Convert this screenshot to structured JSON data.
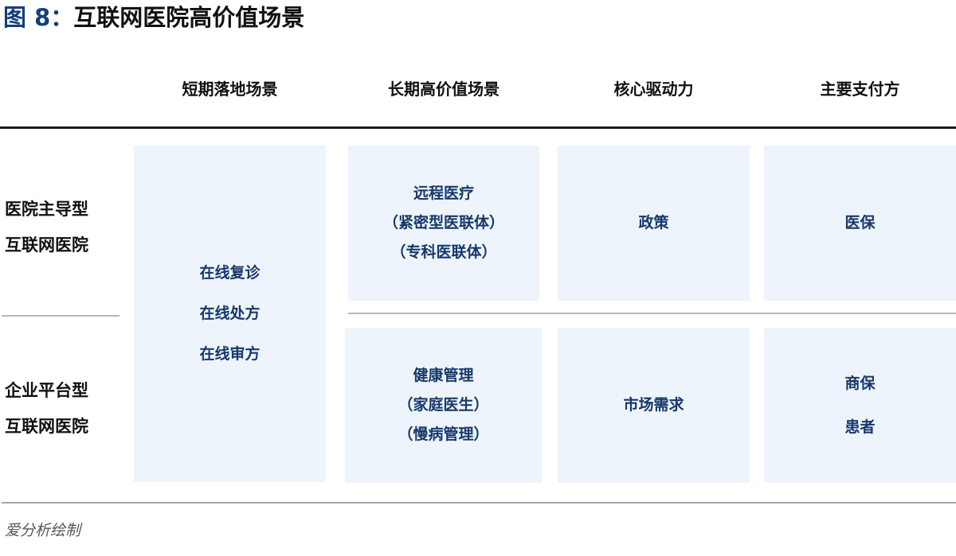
{
  "title": {
    "figure_label": "图 8：",
    "text": "互联网医院高价值场景"
  },
  "columns": [
    {
      "label": "短期落地场景"
    },
    {
      "label": "长期高价值场景"
    },
    {
      "label": "核心驱动力"
    },
    {
      "label": "主要支付方"
    }
  ],
  "rows": [
    {
      "label_lines": [
        "医院主导型",
        "互联网医院"
      ]
    },
    {
      "label_lines": [
        "企业平台型",
        "互联网医院"
      ]
    }
  ],
  "cells": {
    "short_term_shared": [
      "在线复诊",
      "在线处方",
      "在线审方"
    ],
    "row1": {
      "long_term": [
        "远程医疗",
        "（紧密型医联体）",
        "（专科医联体）"
      ],
      "driver": [
        "政策"
      ],
      "payer": [
        "医保"
      ]
    },
    "row2": {
      "long_term": [
        "健康管理",
        "（家庭医生）",
        "（慢病管理）"
      ],
      "driver": [
        "市场需求"
      ],
      "payer": [
        "商保",
        "患者"
      ]
    }
  },
  "footer": {
    "source": "爱分析绘制"
  },
  "colors": {
    "figure_label": "#163f7a",
    "cell_text": "#17386b",
    "cell_background": "#edf4fb",
    "header_rule": "#1a1a1a",
    "divider": "#b8b8b8"
  }
}
